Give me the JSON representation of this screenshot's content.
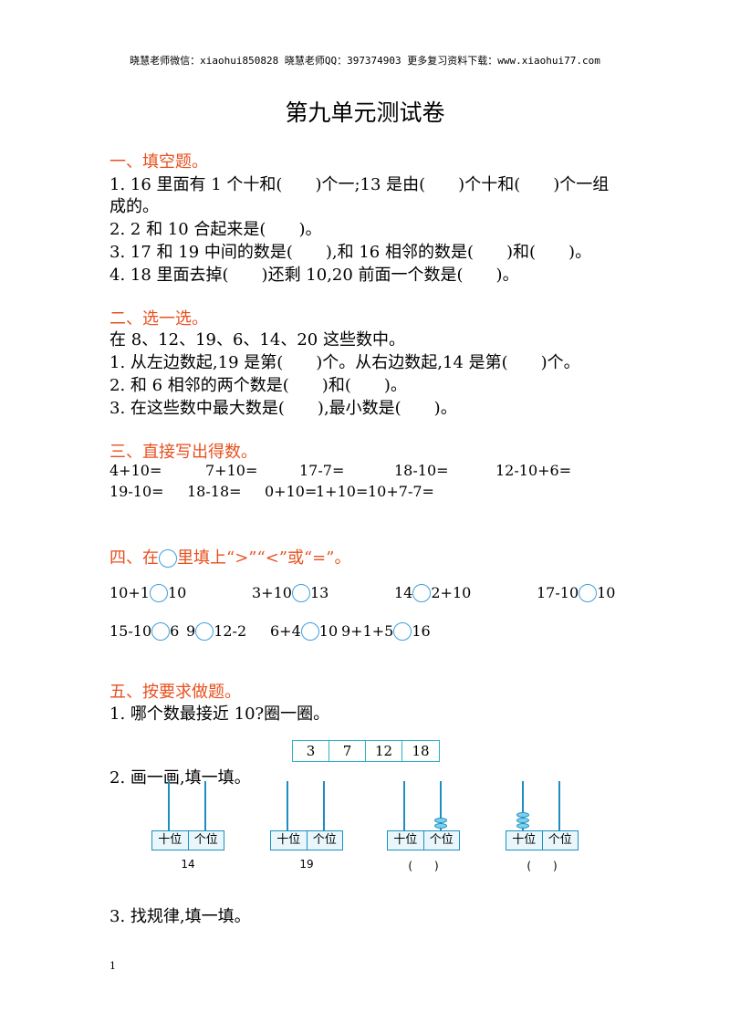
{
  "header_note": "晓慧老师微信：xiaohui850828 晓慧老师QQ：397374903 更多复习资料下载：www.xiaohui77.com",
  "title": "第九单元测试卷",
  "s1": {
    "heading": "一、填空题。",
    "q1a": "1. 16 里面有 1 个十和(　　)个一;13 是由(　　)个十和(　　)个一组",
    "q1b": "成的。",
    "q2": "2. 2 和 10 合起来是(　　)。",
    "q3": "3. 17 和 19 中间的数是(　　),和 16 相邻的数是(　　)和(　　)。",
    "q4": "4. 18 里面去掉(　　)还剩 10,20 前面一个数是(　　)。"
  },
  "s2": {
    "heading": "二、选一选。",
    "intro": "在 8、12、19、6、14、20 这些数中。",
    "q1": "1. 从左边数起,19 是第(　　)个。从右边数起,14 是第(　　)个。",
    "q2": "2. 和 6 相邻的两个数是(　　)和(　　)。",
    "q3": "3. 在这些数中最大数是(　　),最小数是(　　)。"
  },
  "s3": {
    "heading": "三、直接写出得数。",
    "row1": [
      "4+10=",
      "7+10=",
      "17-7=",
      "18-10=",
      "12-10+6="
    ],
    "row2": [
      "19-10=",
      "18-18=",
      "0+10=",
      "1+10=",
      "10+7-7="
    ]
  },
  "s4": {
    "heading_pre": "四、在",
    "heading_post": "里填上“>”“<”或“=”。",
    "row1": [
      {
        "a": "10+1",
        "b": "10"
      },
      {
        "a": "3+10",
        "b": "13"
      },
      {
        "a": "14",
        "b": "2+10"
      },
      {
        "a": "17-10",
        "b": "10"
      }
    ],
    "row2": [
      {
        "a": "15-10",
        "b": "6"
      },
      {
        "a": "9",
        "b": "12-2"
      },
      {
        "a": "6+4",
        "b": "10"
      },
      {
        "a": "9+1+5",
        "b": "16"
      }
    ]
  },
  "s5": {
    "heading": "五、按要求做题。",
    "q1": "1. 哪个数最接近 10?圈一圈。",
    "numbers": [
      "3",
      "7",
      "12",
      "18"
    ],
    "q2": "2. 画一画,填一填。",
    "tens_label": "十位",
    "ones_label": "个位",
    "captions": [
      "14",
      "19",
      "(　　)",
      "(　　)"
    ],
    "q3": "3. 找规律,填一填。"
  },
  "page_number": "1",
  "colors": {
    "heading": "#e8501e",
    "accent": "#1c8fc0"
  }
}
